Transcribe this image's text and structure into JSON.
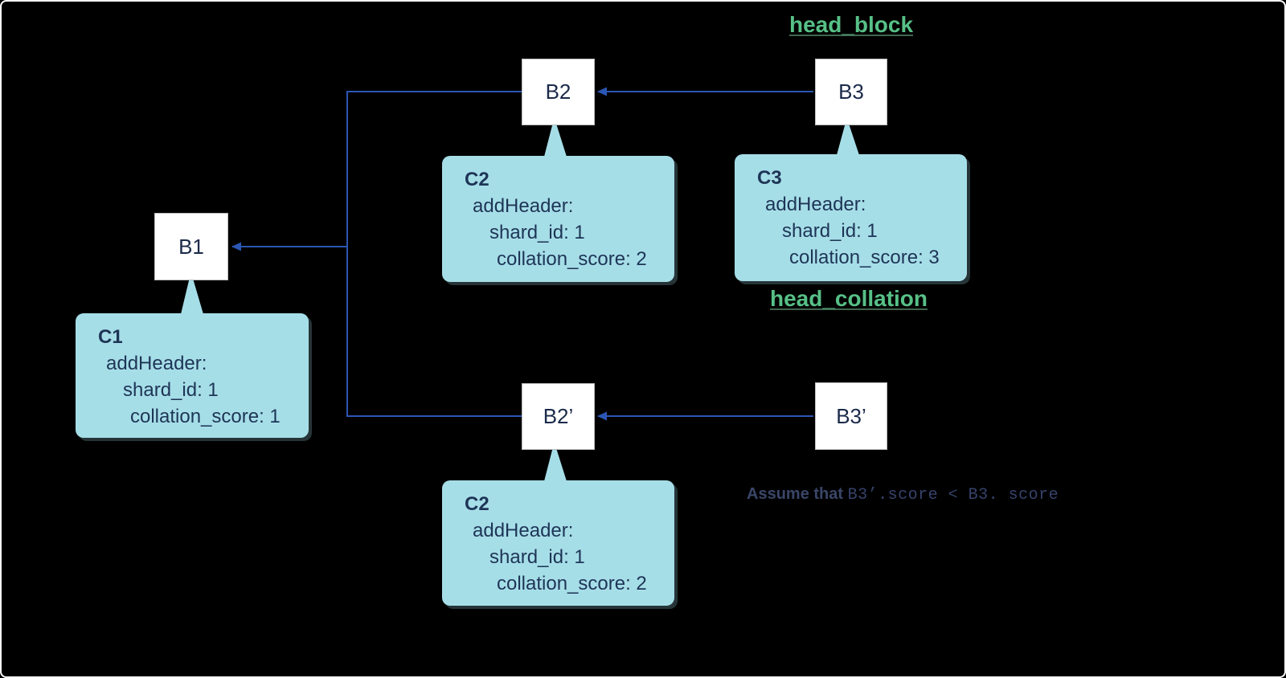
{
  "colors": {
    "background": "#000000",
    "frame_border": "#ffffff",
    "connector_blue": "#2b56b4",
    "block_fill": "#ffffff",
    "block_text": "#1b2a4a",
    "collation_fill": "#a6dee8",
    "collation_text": "#1e3556",
    "label_green": "#57c087",
    "note_text": "#3a4668"
  },
  "labels": {
    "head_block": "head_block",
    "head_collation": "head_collation"
  },
  "blocks": [
    {
      "label": "B1"
    },
    {
      "label": "B2"
    },
    {
      "label": "B3"
    },
    {
      "label": "B2’"
    },
    {
      "label": "B3’"
    }
  ],
  "collations": [
    {
      "title": "C1",
      "line1": "addHeader:",
      "line2": "shard_id: 1",
      "line3": "collation_score: 1"
    },
    {
      "title": "C2",
      "line1": "addHeader:",
      "line2": "shard_id: 1",
      "line3": "collation_score: 2"
    },
    {
      "title": "C3",
      "line1": "addHeader:",
      "line2": "shard_id: 1",
      "line3": "collation_score: 3"
    },
    {
      "title": "C2",
      "line1": "addHeader:",
      "line2": "shard_id: 1",
      "line3": "collation_score: 2"
    }
  ],
  "note": {
    "prefix": "Assume that ",
    "code": "B3’.score < B3. score"
  }
}
